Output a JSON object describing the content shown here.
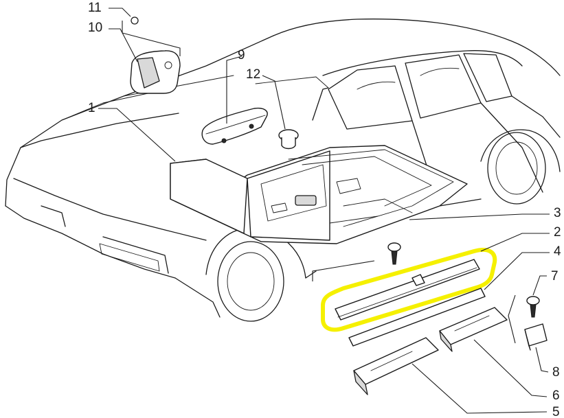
{
  "highlight_color": "#f5f000",
  "callouts": [
    {
      "id": "1",
      "text": "1"
    },
    {
      "id": "2",
      "text": "2"
    },
    {
      "id": "3",
      "text": "3"
    },
    {
      "id": "4",
      "text": "4"
    },
    {
      "id": "5",
      "text": "5"
    },
    {
      "id": "6",
      "text": "6"
    },
    {
      "id": "7",
      "text": "7"
    },
    {
      "id": "8",
      "text": "8"
    },
    {
      "id": "9",
      "text": "9"
    },
    {
      "id": "10",
      "text": "10"
    },
    {
      "id": "11",
      "text": "11"
    },
    {
      "id": "12",
      "text": "12"
    }
  ]
}
